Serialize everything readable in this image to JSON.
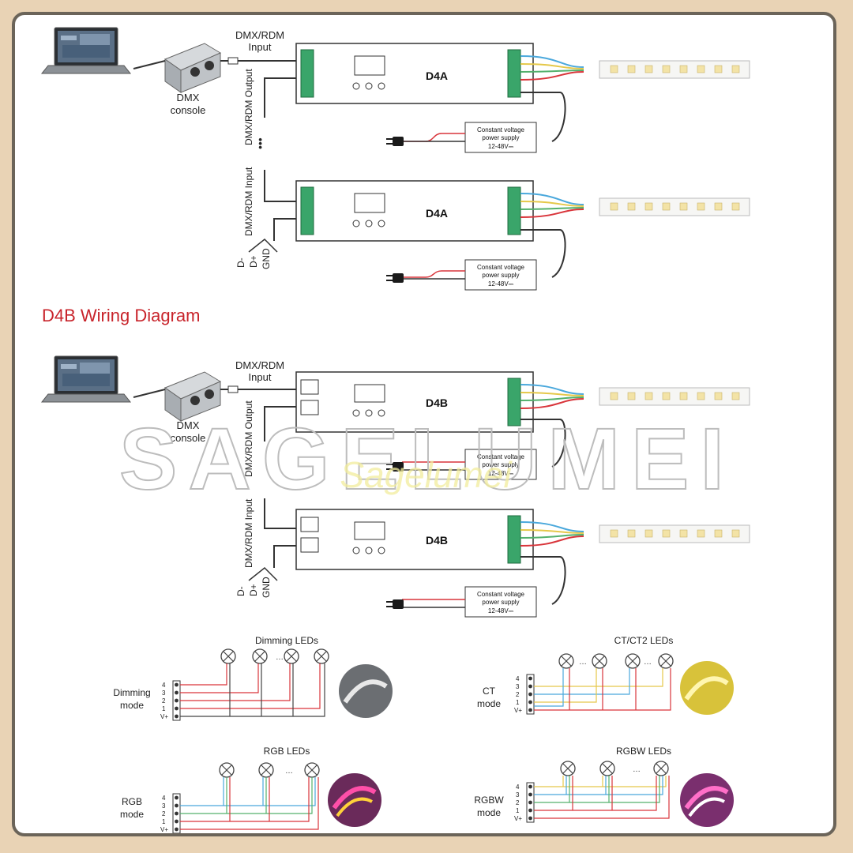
{
  "section_title": "D4B Wiring Diagram",
  "signal_labels": {
    "dmx_input_l1": "DMX/RDM",
    "dmx_input_l2": "Input",
    "dmx_output": "DMX/RDM Output",
    "dmx_input_vertical": "DMX/RDM Input",
    "d_minus": "D-",
    "d_plus": "D+",
    "gnd": "GND",
    "ellipsis": "•••"
  },
  "console": {
    "line1": "DMX",
    "line2": "console"
  },
  "devices": {
    "d4a": "D4A",
    "d4b": "D4B"
  },
  "power_supply": {
    "line1": "Constant voltage",
    "line2": "power supply",
    "line3": "12-48V⎓"
  },
  "led_modes": {
    "dimming": {
      "title": "Dimming LEDs",
      "mode_l1": "Dimming",
      "mode_l2": "mode"
    },
    "ct": {
      "title": "CT/CT2 LEDs",
      "mode_l1": "CT",
      "mode_l2": "mode"
    },
    "rgb": {
      "title": "RGB LEDs",
      "mode_l1": "RGB",
      "mode_l2": "mode"
    },
    "rgbw": {
      "title": "RGBW LEDs",
      "mode_l1": "RGBW",
      "mode_l2": "mode"
    },
    "pins": [
      "4",
      "3",
      "2",
      "1",
      "V+"
    ]
  },
  "watermark": {
    "outline": "SAGELUMEI",
    "script": "Sagelumei"
  },
  "colors": {
    "title_red": "#c8242b",
    "terminal_green": "#3aa56a",
    "wire_red": "#d9353b",
    "wire_blue": "#4aa8dc",
    "wire_yellow": "#e5c84a",
    "wire_green": "#53b06c",
    "outline": "#333333"
  }
}
